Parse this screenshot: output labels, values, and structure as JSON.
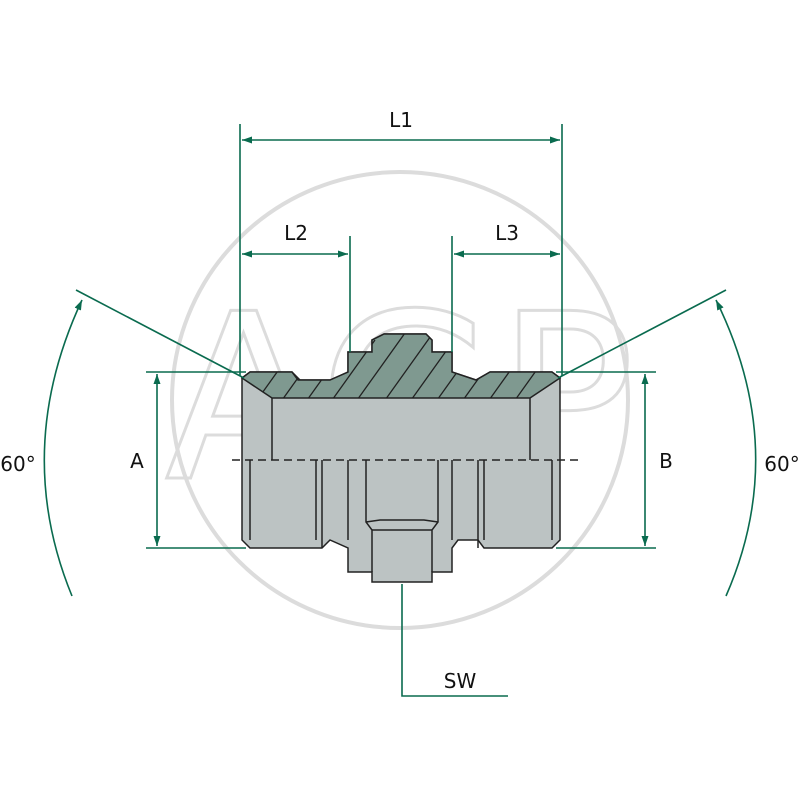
{
  "watermark": {
    "text": "AGP"
  },
  "labels": {
    "l1": "L1",
    "l2": "L2",
    "l3": "L3",
    "a": "A",
    "b": "B",
    "sw": "SW",
    "angle_left": "60°",
    "angle_right": "60°"
  },
  "colors": {
    "dimension": "#0a6b4f",
    "body_fill": "#bcc3c3",
    "section_fill": "#7f9990",
    "outline": "#222222",
    "watermark": "#dcdcdc"
  }
}
